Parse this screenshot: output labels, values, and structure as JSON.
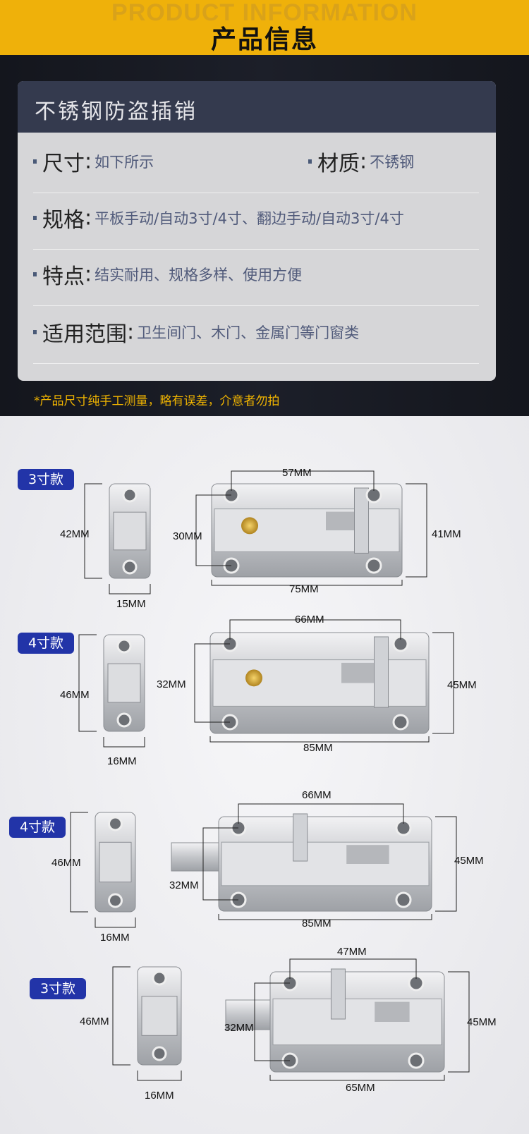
{
  "header": {
    "watermark": "PRODUCT INFORMATION",
    "title": "产品信息"
  },
  "card": {
    "title": "不锈钢防盗插销",
    "rows": [
      {
        "key": "尺寸",
        "value": "如下所示",
        "key2": "材质",
        "value2": "不锈钢"
      },
      {
        "key": "规格",
        "value": "平板手动/自动3寸/4寸、翻边手动/自动3寸/4寸"
      },
      {
        "key": "特点",
        "value": "结实耐用、规格多样、使用方便"
      },
      {
        "key": "适用范围",
        "value": "卫生间门、木门、金属门等门窗类"
      }
    ]
  },
  "note": "*产品尺寸纯手工测量，略有误差，介意者勿拍",
  "panels": [
    {
      "badge": "3寸款",
      "keeper_height": "42MM",
      "keeper_width": "15MM",
      "hole_spacing": "57MM",
      "inner_height": "30MM",
      "plate_height": "41MM",
      "plate_length": "75MM"
    },
    {
      "badge": "4寸款",
      "keeper_height": "46MM",
      "keeper_width": "16MM",
      "hole_spacing": "66MM",
      "inner_height": "32MM",
      "plate_height": "45MM",
      "plate_length": "85MM"
    },
    {
      "badge": "4寸款",
      "keeper_height": "46MM",
      "keeper_width": "16MM",
      "hole_spacing": "66MM",
      "inner_height": "32MM",
      "plate_height": "45MM",
      "plate_length": "85MM"
    },
    {
      "badge": "3寸款",
      "keeper_height": "46MM",
      "keeper_width": "16MM",
      "hole_spacing": "47MM",
      "inner_height": "32MM",
      "plate_height": "45MM",
      "plate_length": "65MM"
    }
  ],
  "colors": {
    "header": "#efb10a",
    "badge": "#2234a8",
    "note": "#f0b400"
  }
}
